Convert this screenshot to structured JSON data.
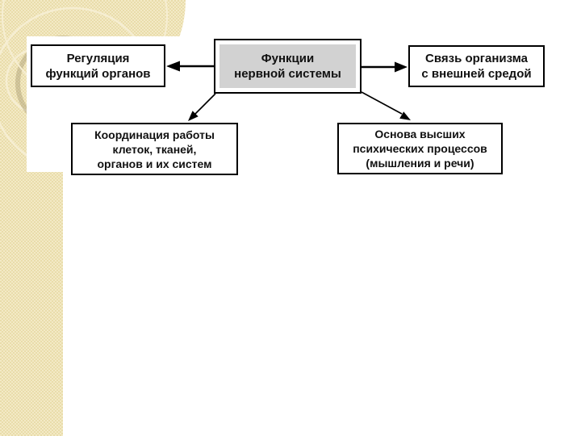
{
  "slide": {
    "background_color": "#ffffff",
    "sidebar_color": "#e9dcaa",
    "sidebar_texture_color": "#f3eac6",
    "decor_circle_color": "#f6eed2",
    "border_color": "#000000"
  },
  "diagram": {
    "center_node": {
      "fill_color": "#d2d2d2",
      "lines": [
        "Функции",
        "нервной системы"
      ]
    },
    "left_node": {
      "lines": [
        "Регуляция",
        "функций органов"
      ]
    },
    "right_node": {
      "lines": [
        "Связь организма",
        "с внешней средой"
      ]
    },
    "bottom_left_node": {
      "lines": [
        "Координация работы",
        "клеток, тканей,",
        "органов и их систем"
      ]
    },
    "bottom_right_node": {
      "lines": [
        "Основа высших",
        "психических процессов",
        "(мышления и речи)"
      ]
    }
  }
}
